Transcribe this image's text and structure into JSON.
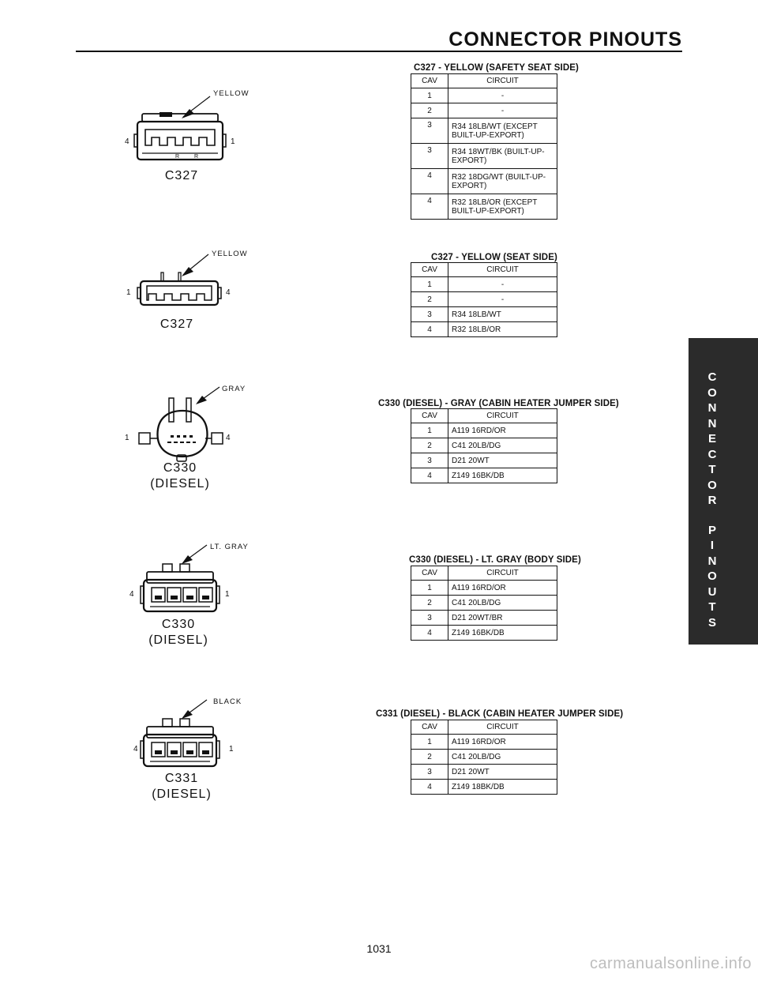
{
  "header": {
    "title": "CONNECTOR PINOUTS"
  },
  "side_tab": {
    "letters": [
      "C",
      "O",
      "N",
      "N",
      "E",
      "C",
      "T",
      "O",
      "R",
      "",
      "P",
      "I",
      "N",
      "O",
      "U",
      "T",
      "S"
    ]
  },
  "table_headers": {
    "cav": "CAV",
    "circuit": "CIRCUIT"
  },
  "sections": [
    {
      "title": "C327 - YELLOW (SAFETY SEAT SIDE)",
      "diagram": {
        "name": "C327",
        "sublabel": "",
        "color": "YELLOW",
        "left_pin": "4",
        "right_pin": "1"
      },
      "rows": [
        {
          "cav": "1",
          "circuit": "-"
        },
        {
          "cav": "2",
          "circuit": "-"
        },
        {
          "cav": "3",
          "circuit": "R34 18LB/WT (EXCEPT",
          "circuit2": "BUILT-UP-EXPORT)"
        },
        {
          "cav": "3",
          "circuit": "R34 18WT/BK (BUILT-UP-",
          "circuit2": "EXPORT)"
        },
        {
          "cav": "4",
          "circuit": "R32 18DG/WT (BUILT-UP-",
          "circuit2": "EXPORT)"
        },
        {
          "cav": "4",
          "circuit": "R32 18LB/OR (EXCEPT",
          "circuit2": "BUILT-UP-EXPORT)"
        }
      ]
    },
    {
      "title": "C327 - YELLOW (SEAT SIDE)",
      "diagram": {
        "name": "C327",
        "sublabel": "",
        "color": "YELLOW",
        "left_pin": "1",
        "right_pin": "4"
      },
      "rows": [
        {
          "cav": "1",
          "circuit": "-"
        },
        {
          "cav": "2",
          "circuit": "-"
        },
        {
          "cav": "3",
          "circuit": "R34 18LB/WT"
        },
        {
          "cav": "4",
          "circuit": "R32 18LB/OR"
        }
      ]
    },
    {
      "title": "C330 (DIESEL) - GRAY (CABIN HEATER JUMPER SIDE)",
      "diagram": {
        "name": "C330",
        "sublabel": "(DIESEL)",
        "color": "GRAY",
        "left_pin": "1",
        "right_pin": "4"
      },
      "rows": [
        {
          "cav": "1",
          "circuit": "A119 16RD/OR"
        },
        {
          "cav": "2",
          "circuit": "C41 20LB/DG"
        },
        {
          "cav": "3",
          "circuit": "D21 20WT"
        },
        {
          "cav": "4",
          "circuit": "Z149 16BK/DB"
        }
      ]
    },
    {
      "title": "C330 (DIESEL) - LT. GRAY (BODY SIDE)",
      "diagram": {
        "name": "C330",
        "sublabel": "(DIESEL)",
        "color": "LT. GRAY",
        "left_pin": "4",
        "right_pin": "1"
      },
      "rows": [
        {
          "cav": "1",
          "circuit": "A119 16RD/OR"
        },
        {
          "cav": "2",
          "circuit": "C41 20LB/DG"
        },
        {
          "cav": "3",
          "circuit": "D21 20WT/BR"
        },
        {
          "cav": "4",
          "circuit": "Z149 16BK/DB"
        }
      ]
    },
    {
      "title": "C331 (DIESEL) - BLACK (CABIN HEATER JUMPER SIDE)",
      "diagram": {
        "name": "C331",
        "sublabel": "(DIESEL)",
        "color": "BLACK",
        "left_pin": "4",
        "right_pin": "1"
      },
      "rows": [
        {
          "cav": "1",
          "circuit": "A119 16RD/OR"
        },
        {
          "cav": "2",
          "circuit": "C41 20LB/DG"
        },
        {
          "cav": "3",
          "circuit": "D21 20WT"
        },
        {
          "cav": "4",
          "circuit": "Z149 18BK/DB"
        }
      ]
    }
  ],
  "footer": {
    "page_number": "1031",
    "watermark": "carmanualsonline.info"
  }
}
